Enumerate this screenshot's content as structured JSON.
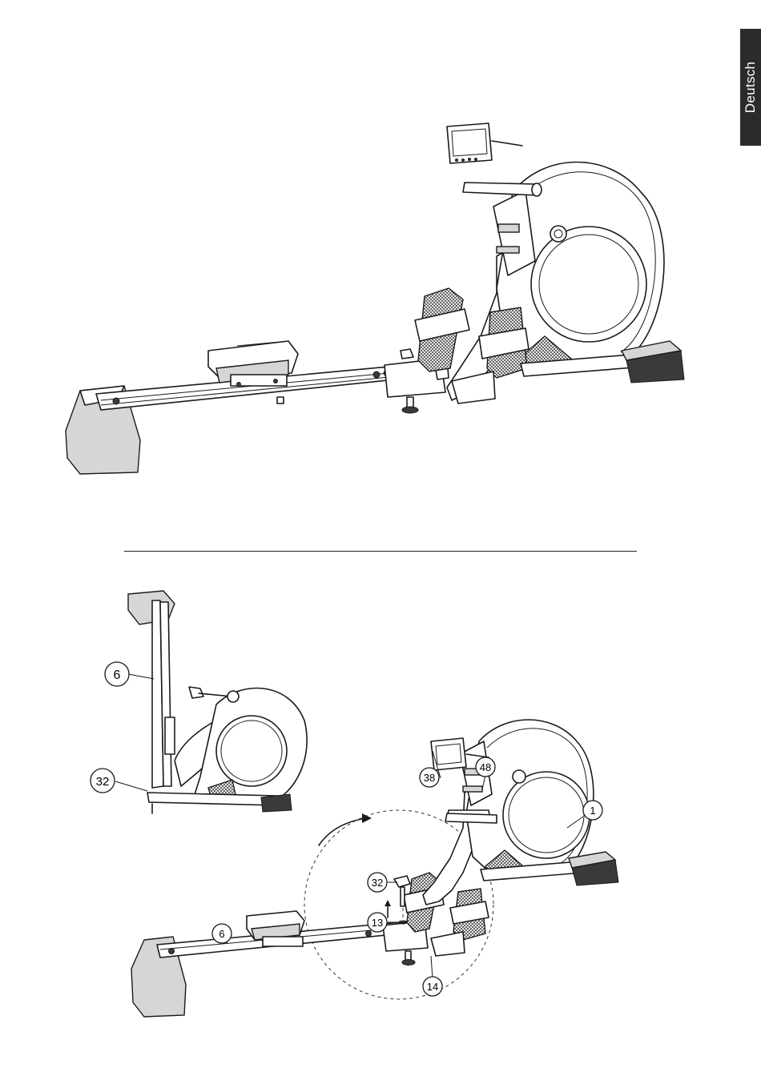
{
  "language_tab": "Deutsch",
  "callouts": {
    "c6_upper": "6",
    "c32_upper": "32",
    "c38": "38",
    "c48": "48",
    "c1": "1",
    "c32_lower": "32",
    "c13": "13",
    "c6_lower": "6",
    "c14": "14"
  },
  "icons": {
    "rotation_arrow": "curved-arrow-icon"
  }
}
